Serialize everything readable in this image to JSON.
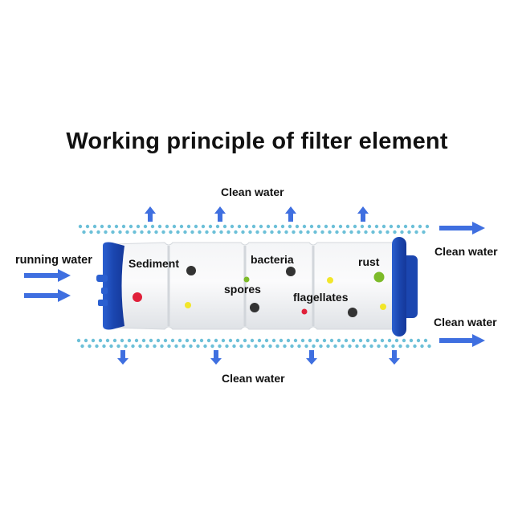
{
  "title": "Working principle of filter element",
  "labels": {
    "clean_water_top": "Clean water",
    "clean_water_bottom": "Clean water",
    "clean_water_right_top": "Clean water",
    "clean_water_right_bottom": "Clean water",
    "running_water": "running water"
  },
  "contaminants": [
    {
      "label": "Sediment",
      "color": "#333333"
    },
    {
      "label": "bacteria",
      "color": "#333333"
    },
    {
      "label": "spores",
      "color": "#7dbb2a"
    },
    {
      "label": "flagellates",
      "color": "#e02040"
    },
    {
      "label": "rust",
      "color": "#7dbb2a"
    }
  ],
  "colors": {
    "arrow": "#3f6fe0",
    "membrane_dots": "#6cc0d8",
    "cap": "#1f4fb8",
    "particle_black": "#333333",
    "particle_red": "#e0203a",
    "particle_yellow": "#f2e62a",
    "particle_green": "#7dbb2a"
  }
}
